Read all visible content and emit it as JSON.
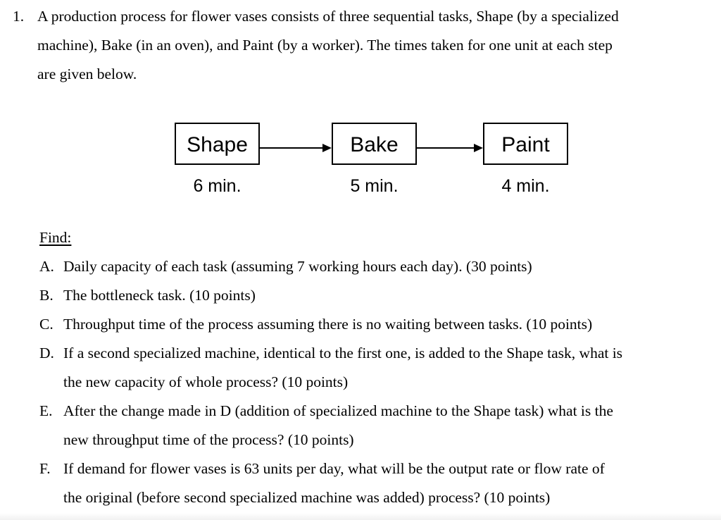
{
  "colors": {
    "background": "#ffffff",
    "text": "#000000",
    "box_border": "#000000"
  },
  "question": {
    "number": "1.",
    "intro_lines": [
      "A production process for flower vases consists of three sequential tasks, Shape (by a specialized",
      "machine), Bake (in an oven), and Paint (by a worker). The times taken for one unit at each step",
      "are given below."
    ]
  },
  "diagram": {
    "type": "process-flow",
    "tasks": [
      {
        "name": "Shape",
        "time": "6 min."
      },
      {
        "name": "Bake",
        "time": "5 min."
      },
      {
        "name": "Paint",
        "time": "4 min."
      }
    ]
  },
  "find": {
    "label": "Find:"
  },
  "items": [
    {
      "letter": "A.",
      "lines": [
        "Daily capacity of each task (assuming 7 working hours each day). (30 points)"
      ]
    },
    {
      "letter": "B.",
      "lines": [
        "The bottleneck task. (10 points)"
      ]
    },
    {
      "letter": "C.",
      "lines": [
        "Throughput time of the process assuming there is no waiting between tasks. (10 points)"
      ]
    },
    {
      "letter": "D.",
      "lines": [
        "If a second specialized machine, identical to the first one, is added to the Shape task, what is",
        "the new capacity of whole process? (10 points)"
      ]
    },
    {
      "letter": "E.",
      "lines": [
        "After the change made in D (addition of specialized machine to the Shape task) what is the",
        "new throughput time of the process? (10 points)"
      ]
    },
    {
      "letter": "F.",
      "lines": [
        "If demand for flower vases is 63 units per day, what will be the output rate or flow rate of",
        "the original (before second specialized machine was added) process? (10 points)"
      ]
    }
  ]
}
